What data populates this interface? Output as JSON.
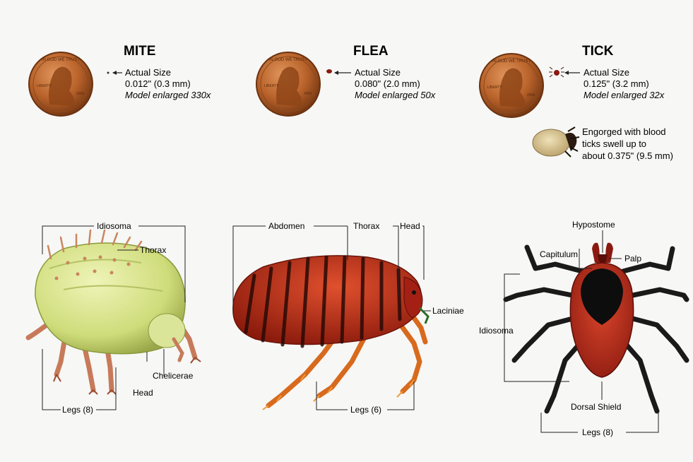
{
  "specimens": [
    {
      "title": "MITE",
      "size_label": "Actual Size",
      "size_value": "0.012\" (0.3 mm)",
      "enlarged": "Model enlarged 330x"
    },
    {
      "title": "FLEA",
      "size_label": "Actual Size",
      "size_value": "0.080\" (2.0 mm)",
      "enlarged": "Model enlarged 50x"
    },
    {
      "title": "TICK",
      "size_label": "Actual Size",
      "size_value": "0.125\" (3.2 mm)",
      "enlarged": "Model enlarged 32x"
    }
  ],
  "engorged_note": [
    "Engorged with blood",
    "ticks swell up to",
    "about 0.375\" (9.5 mm)"
  ],
  "penny": {
    "top": "IN GOD WE TRUST",
    "left": "LIBERTY",
    "year": "2009"
  },
  "mite_parts": {
    "idiosoma": "Idiosoma",
    "thorax": "Thorax",
    "chelicerae": "Chelicerae",
    "head": "Head",
    "legs": "Legs (8)"
  },
  "flea_parts": {
    "abdomen": "Abdomen",
    "thorax": "Thorax",
    "head": "Head",
    "laciniae": "Laciniae",
    "legs": "Legs (6)"
  },
  "tick_parts": {
    "hypostome": "Hypostome",
    "capitulum": "Capitulum",
    "palp": "Palp",
    "idiosoma": "Idiosoma",
    "dorsal_shield": "Dorsal Shield",
    "legs": "Legs (8)"
  },
  "colors": {
    "penny": "#b8622a",
    "mite_body": "#d8e28a",
    "flea_body": "#c0301c",
    "tick_body": "#b42a1c",
    "tick_shield": "#0d0d0d"
  }
}
